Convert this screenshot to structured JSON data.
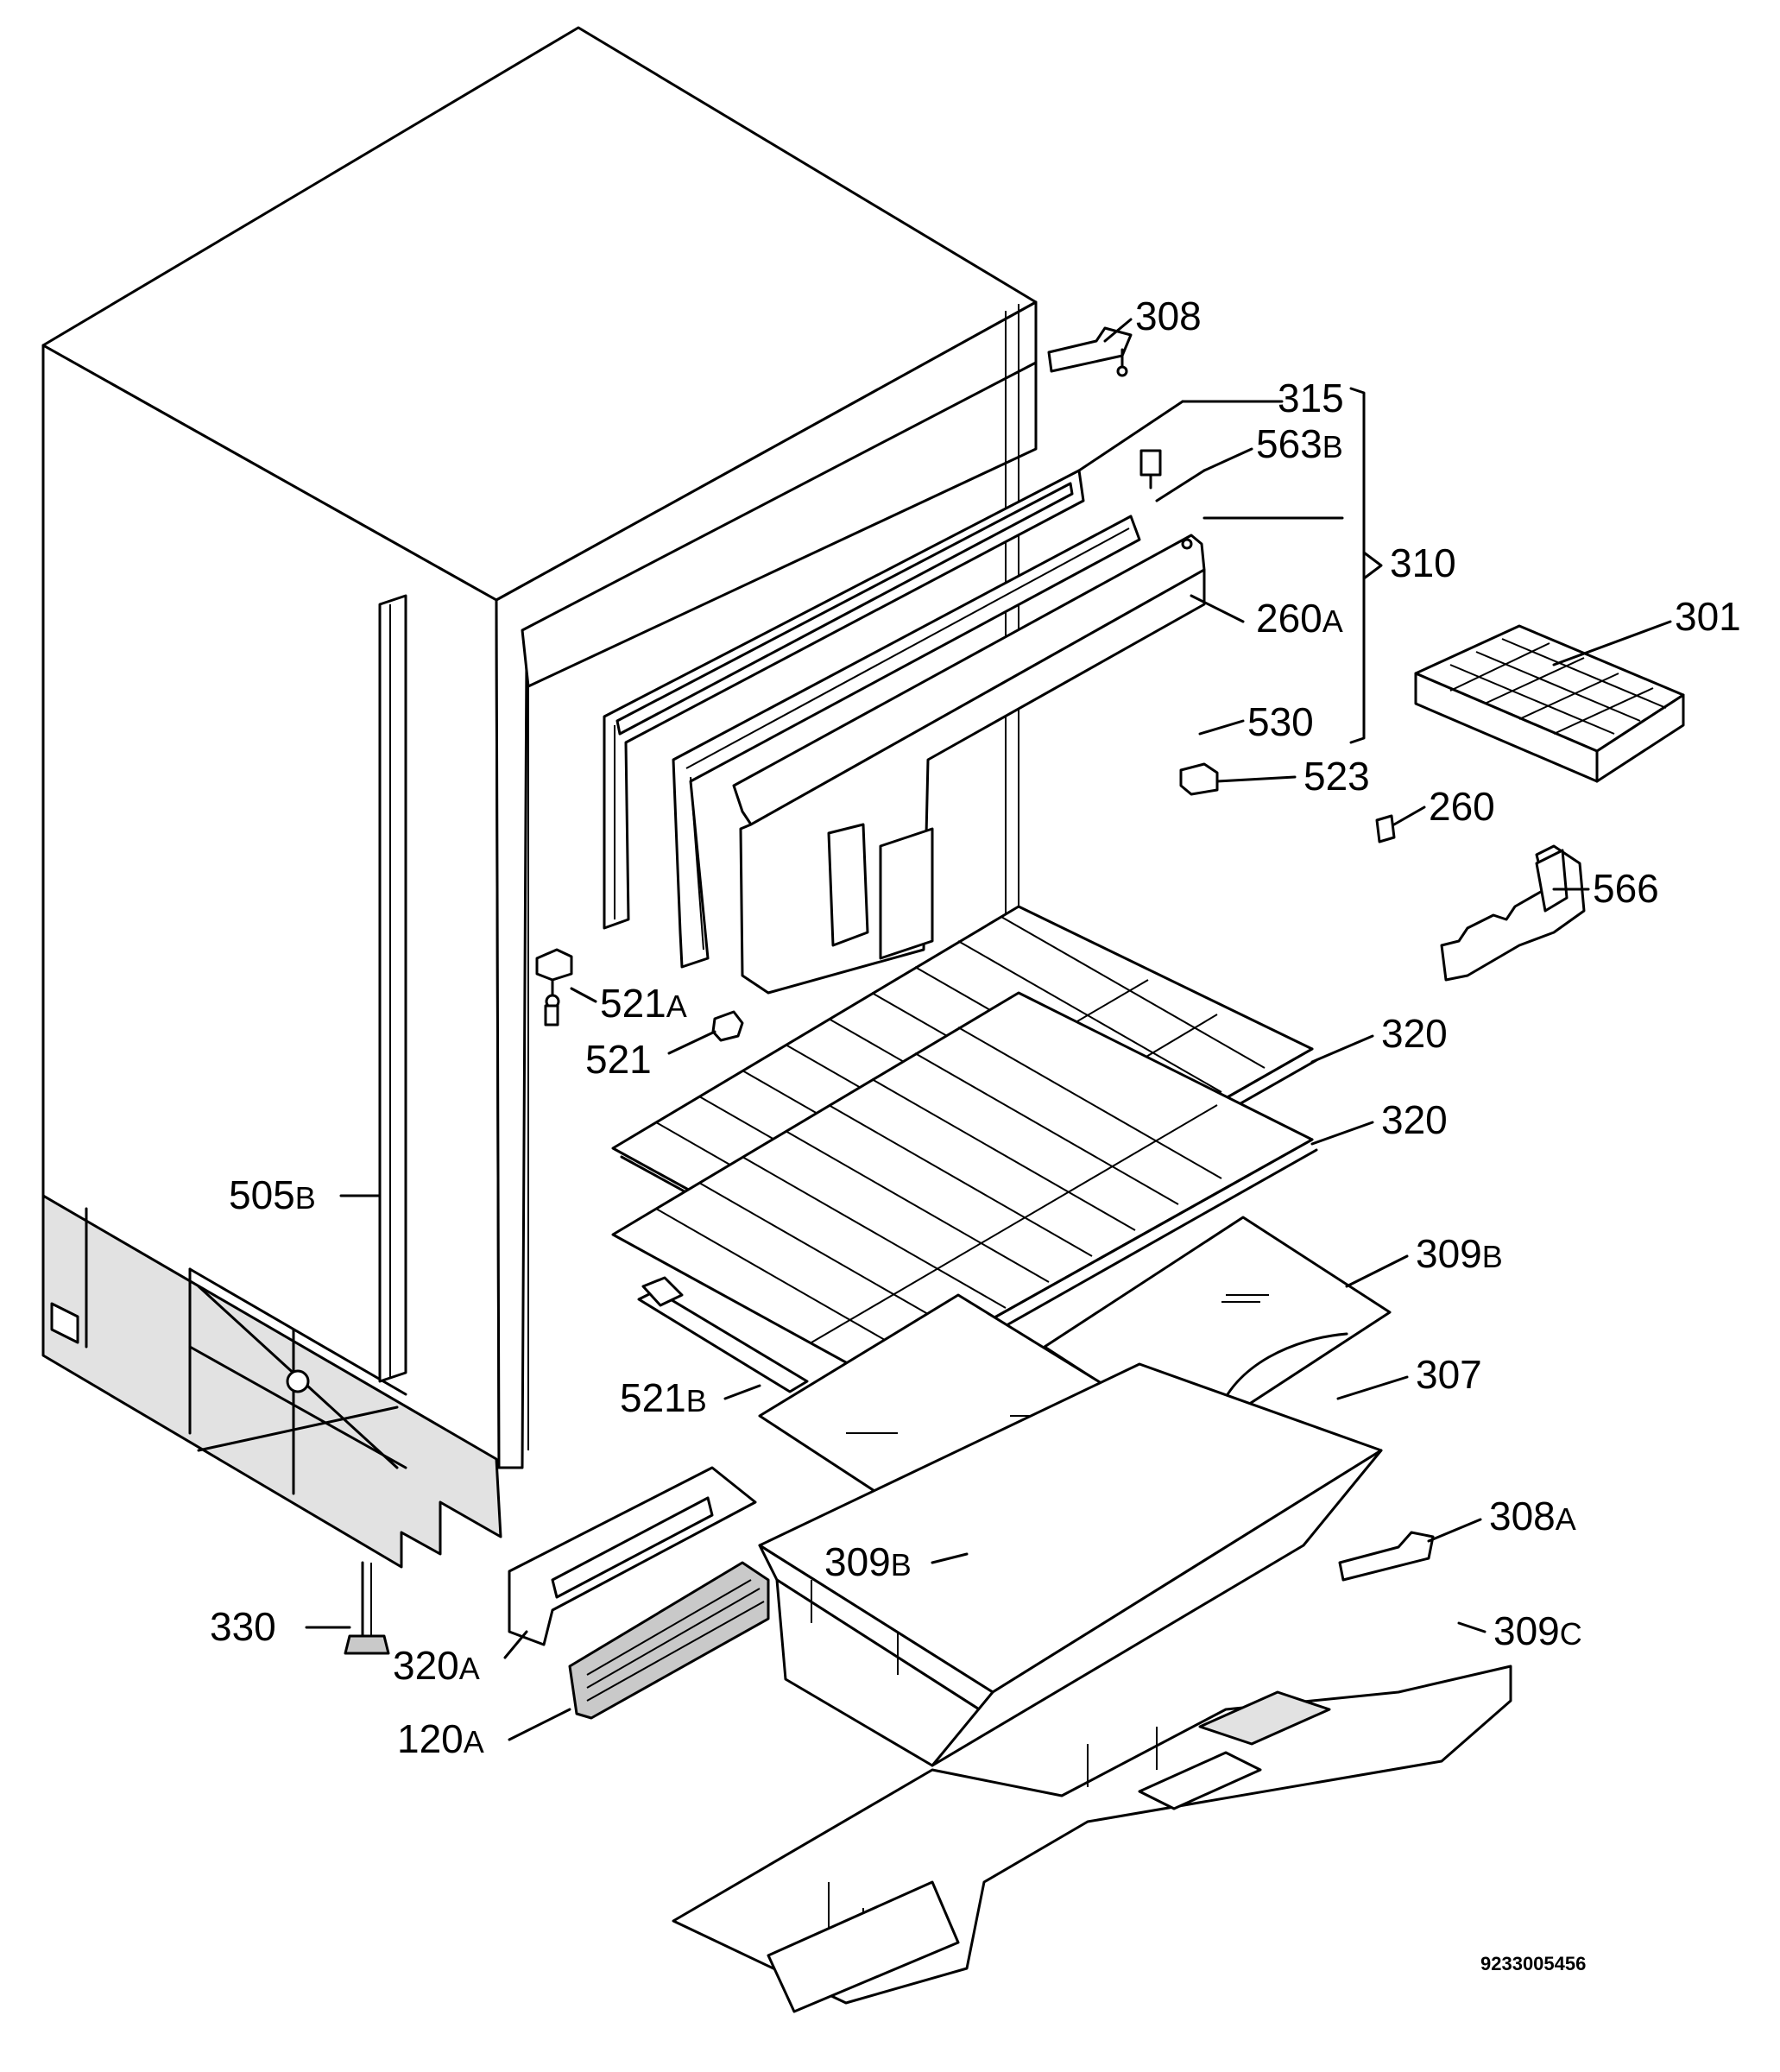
{
  "diagram": {
    "document_number": "9233005456",
    "labels": [
      {
        "id": "308",
        "num": "308",
        "suffix": ""
      },
      {
        "id": "315",
        "num": "315",
        "suffix": ""
      },
      {
        "id": "563b",
        "num": "563",
        "suffix": "B"
      },
      {
        "id": "310",
        "num": "310",
        "suffix": ""
      },
      {
        "id": "301",
        "num": "301",
        "suffix": ""
      },
      {
        "id": "260a",
        "num": "260",
        "suffix": "A"
      },
      {
        "id": "530",
        "num": "530",
        "suffix": ""
      },
      {
        "id": "523",
        "num": "523",
        "suffix": ""
      },
      {
        "id": "260",
        "num": "260",
        "suffix": ""
      },
      {
        "id": "566",
        "num": "566",
        "suffix": ""
      },
      {
        "id": "521a",
        "num": "521",
        "suffix": "A"
      },
      {
        "id": "521",
        "num": "521",
        "suffix": ""
      },
      {
        "id": "320-upper",
        "num": "320",
        "suffix": ""
      },
      {
        "id": "320-lower",
        "num": "320",
        "suffix": ""
      },
      {
        "id": "505b",
        "num": "505",
        "suffix": "B"
      },
      {
        "id": "309b-right",
        "num": "309",
        "suffix": "B"
      },
      {
        "id": "307",
        "num": "307",
        "suffix": ""
      },
      {
        "id": "521b",
        "num": "521",
        "suffix": "B"
      },
      {
        "id": "308a",
        "num": "308",
        "suffix": "A"
      },
      {
        "id": "309b-left",
        "num": "309",
        "suffix": "B"
      },
      {
        "id": "330",
        "num": "330",
        "suffix": ""
      },
      {
        "id": "320a",
        "num": "320",
        "suffix": "A"
      },
      {
        "id": "309c",
        "num": "309",
        "suffix": "C"
      },
      {
        "id": "120a",
        "num": "120",
        "suffix": "A"
      }
    ]
  }
}
